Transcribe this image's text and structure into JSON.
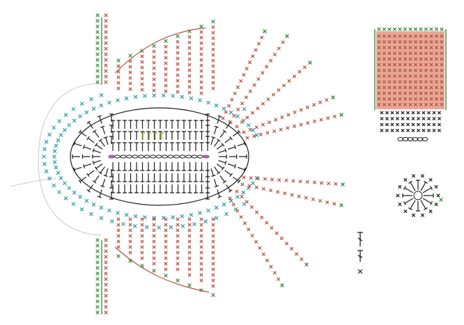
{
  "diagram": {
    "colors": {
      "black": "#1a1a1a",
      "teal": "#2c9aa6",
      "rust": "#b5503c",
      "green": "#2e8b3e",
      "pink": "#e8a898",
      "purple": "#b45fb0",
      "olive": "#9a9a3c",
      "gray": "#c8c8c8"
    },
    "main_chart": {
      "center_chain": "oval-chain",
      "rounds": [
        "black-dc-rounds",
        "teal-sc-round",
        "rust-sc-rounds",
        "green-edge"
      ],
      "shape": "sole-oval-with-radiating-upper"
    },
    "side_panel": {
      "shape": "rectangle-with-pink-fill",
      "top_color": "green",
      "fill_color": "pink",
      "bottom_color": "black"
    },
    "small_circle": {
      "shape": "magic-ring",
      "stitch_color": "black",
      "end_color": "green"
    },
    "legend": [
      {
        "icon": "front-post-double-crochet-icon"
      },
      {
        "icon": "double-crochet-icon"
      },
      {
        "icon": "single-crochet-icon"
      }
    ]
  }
}
